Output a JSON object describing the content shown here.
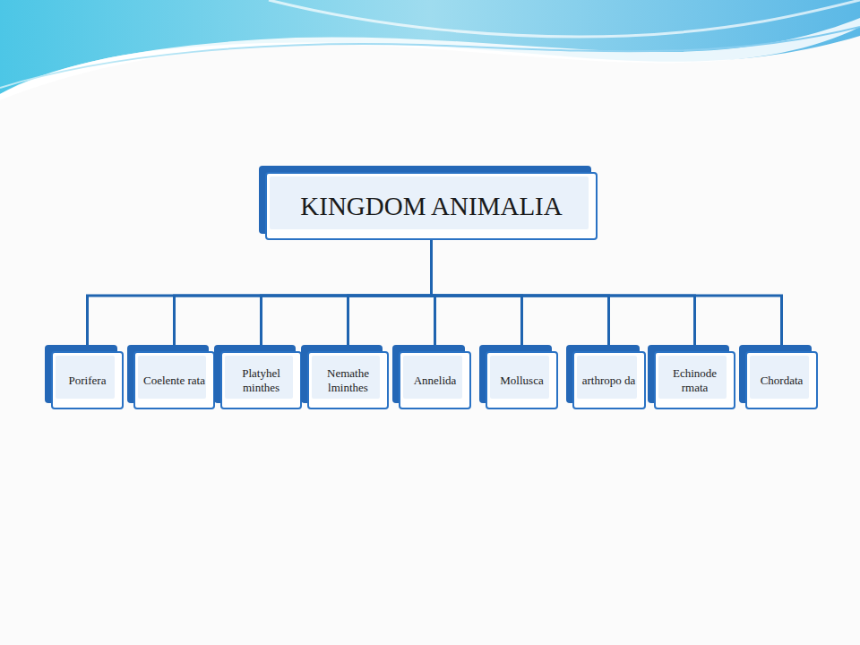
{
  "diagram": {
    "nodes": [
      {
        "text": [
          "KINGDOM ANIMALIA"
        ]
      },
      {
        "text": [
          "Porifera"
        ]
      },
      {
        "text": [
          "Coelente rata"
        ]
      },
      {
        "text": [
          "Platyhel minthes"
        ]
      },
      {
        "text": [
          "Nemathe lminthes"
        ]
      },
      {
        "text": [
          "Annelida"
        ]
      },
      {
        "text": [
          "Mollusca"
        ]
      },
      {
        "text": [
          "arthropo da"
        ]
      },
      {
        "text": [
          "Echinode rmata"
        ]
      },
      {
        "text": [
          "Chordata"
        ]
      }
    ],
    "edges": [
      {
        "from": 0,
        "to": 1,
        "arrow": "none"
      },
      {
        "from": 0,
        "to": 2,
        "arrow": "none"
      },
      {
        "from": 0,
        "to": 3,
        "arrow": "none"
      },
      {
        "from": 0,
        "to": 4,
        "arrow": "none"
      },
      {
        "from": 0,
        "to": 5,
        "arrow": "none"
      },
      {
        "from": 0,
        "to": 6,
        "arrow": "none"
      },
      {
        "from": 0,
        "to": 7,
        "arrow": "none"
      },
      {
        "from": 0,
        "to": 8,
        "arrow": "none"
      },
      {
        "from": 0,
        "to": 9,
        "arrow": "none"
      }
    ]
  }
}
